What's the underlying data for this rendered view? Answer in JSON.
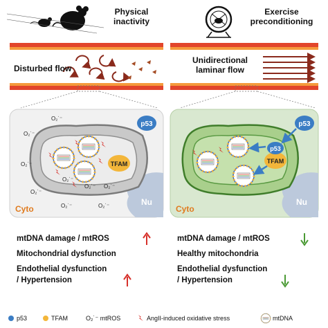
{
  "left": {
    "title_line1": "Physical",
    "title_line2": "inactivity",
    "flow_label": "Disturbed flow",
    "outcomes": [
      "mtDNA damage / mtROS",
      "Mitochondrial dysfunction",
      "Endothelial dysfunction",
      "/ Hypertension"
    ],
    "cell_labels": {
      "cyto": "Cyto",
      "nu": "Nu",
      "p53": "p53",
      "tfam": "TFAM",
      "ros": "O₂˙⁻"
    }
  },
  "right": {
    "title_line1": "Exercise",
    "title_line2": "preconditioning",
    "flow_label_line1": "Unidirectional",
    "flow_label_line2": "laminar flow",
    "outcomes": [
      "mtDNA damage / mtROS",
      "Healthy mitochondria",
      "Endothelial dysfunction",
      "/ Hypertension"
    ],
    "cell_labels": {
      "cyto": "Cyto",
      "nu": "Nu",
      "p53": "p53",
      "p53_inner": "p53",
      "tfam": "TFAM"
    }
  },
  "legend": {
    "p53": "p53",
    "tfam": "TFAM",
    "ros": "O₂˙⁻ mtROS",
    "angii": "AngII-induced oxidative stress",
    "mtdna": "mtDNA"
  },
  "colors": {
    "vessel_red": "#e2452b",
    "vessel_orange": "#f59a3c",
    "cell_left": "#f1f1f1",
    "cell_right": "#d9e8d0",
    "mito_left": "#c9c9c9",
    "mito_right": "#a9cf8c",
    "up_arrow": "#d6302a",
    "down_arrow": "#4b9a35",
    "p53": "#3b7dc4",
    "tfam": "#f3b63a",
    "cyto_label": "#e07b1f"
  }
}
